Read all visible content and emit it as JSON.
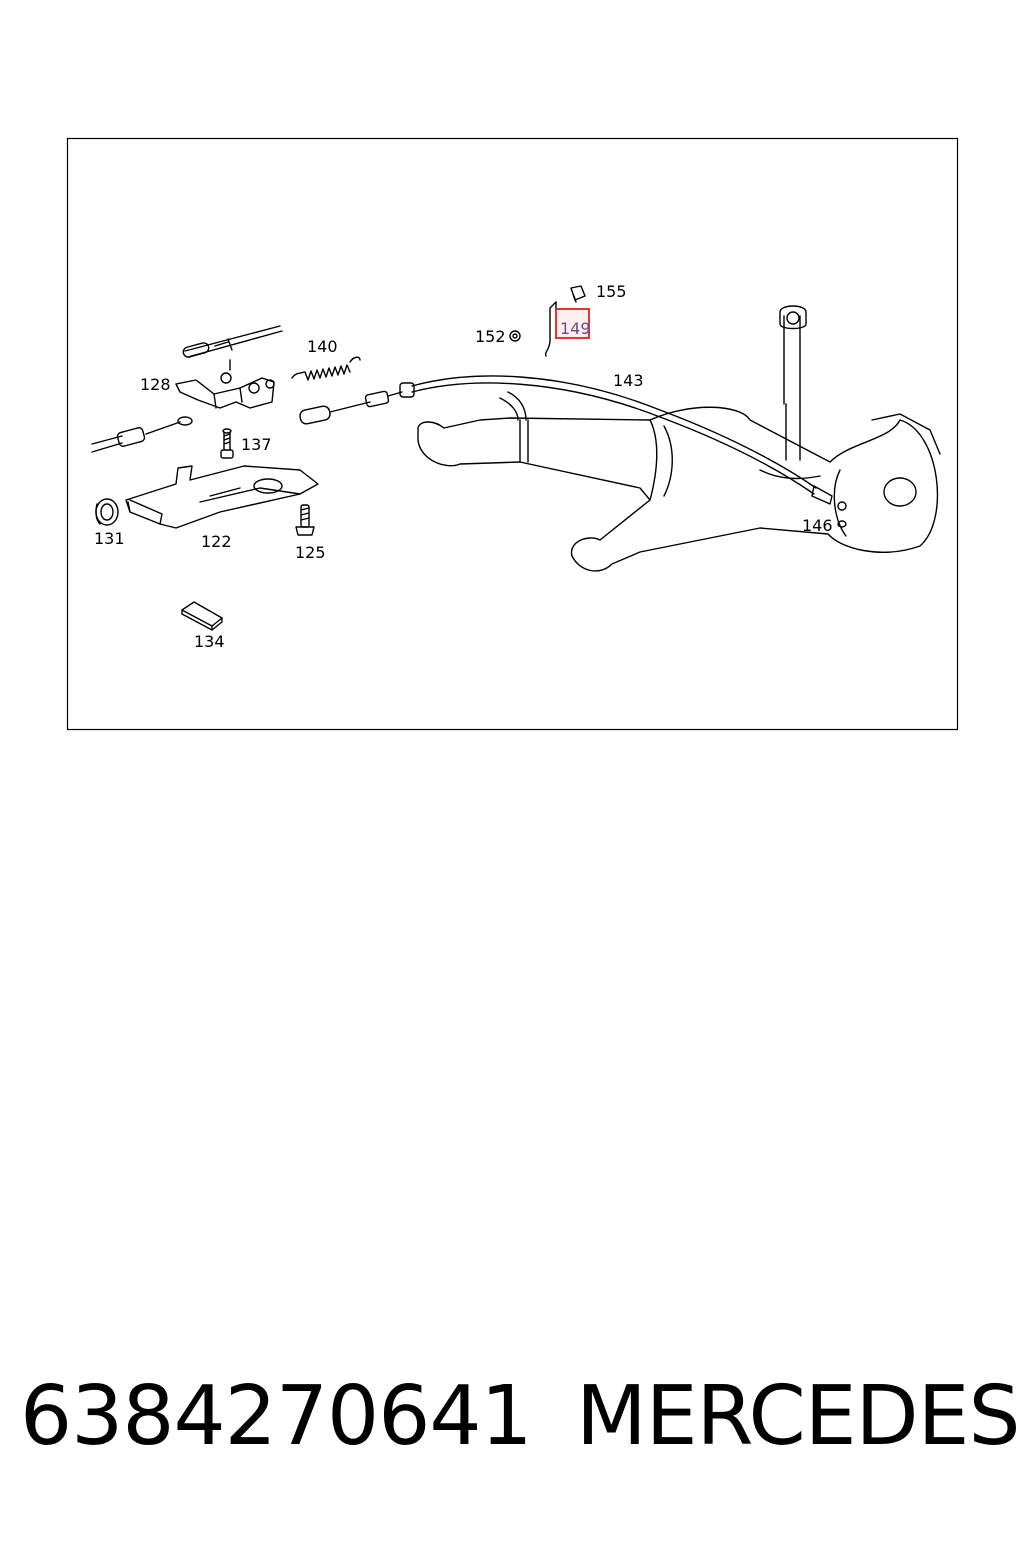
{
  "diagram": {
    "labels": [
      {
        "id": "155",
        "text": "155"
      },
      {
        "id": "149",
        "text": "149",
        "highlighted": true
      },
      {
        "id": "152",
        "text": "152"
      },
      {
        "id": "140",
        "text": "140"
      },
      {
        "id": "143",
        "text": "143"
      },
      {
        "id": "128",
        "text": "128"
      },
      {
        "id": "137",
        "text": "137"
      },
      {
        "id": "146",
        "text": "146"
      },
      {
        "id": "131",
        "text": "131"
      },
      {
        "id": "122",
        "text": "122"
      },
      {
        "id": "125",
        "text": "125"
      },
      {
        "id": "134",
        "text": "134"
      }
    ],
    "highlight_color": "#e02020"
  },
  "footer": {
    "part_number": "6384270641",
    "brand": "MERCEDES"
  }
}
